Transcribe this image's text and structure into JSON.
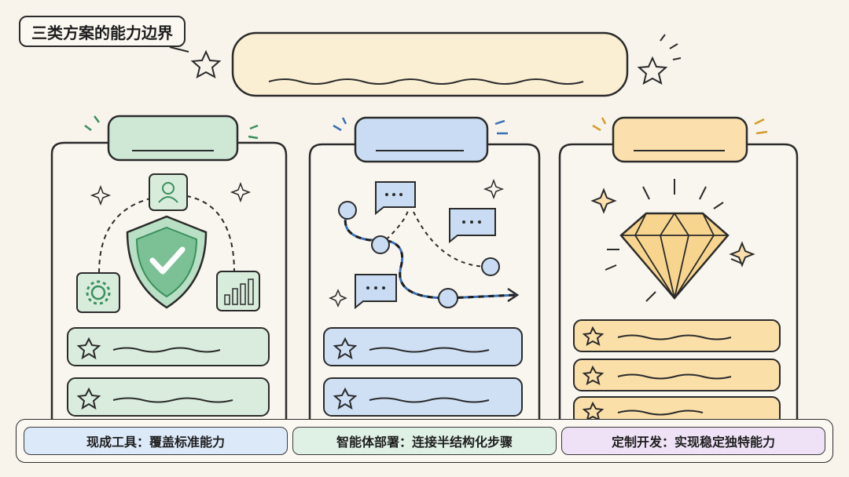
{
  "title": "三类方案的能力边界",
  "columns": [
    {
      "id": "tools",
      "accent": "#cfe8d6",
      "stroke": "#3b8f5d",
      "tag": "现成工具：覆盖标准能力",
      "tag_bg": "#dce9f9",
      "icons": [
        "person-icon",
        "shield-check-icon",
        "gear-icon",
        "bar-chart-icon"
      ]
    },
    {
      "id": "agent",
      "accent": "#c9dcf3",
      "stroke": "#3a6fb5",
      "tag": "智能体部署：连接半结构化步骤",
      "tag_bg": "#dff0e4",
      "icons": [
        "chat-bubble-icon",
        "workflow-path-icon"
      ]
    },
    {
      "id": "custom",
      "accent": "#fbe0ad",
      "stroke": "#d49b2a",
      "tag": "定制开发：实现稳定独特能力",
      "tag_bg": "#efe2f7",
      "icons": [
        "diamond-icon"
      ]
    }
  ],
  "colors": {
    "background": "#f8f4ec",
    "ink": "#2b2b2b",
    "banner": "#fbefd3"
  }
}
